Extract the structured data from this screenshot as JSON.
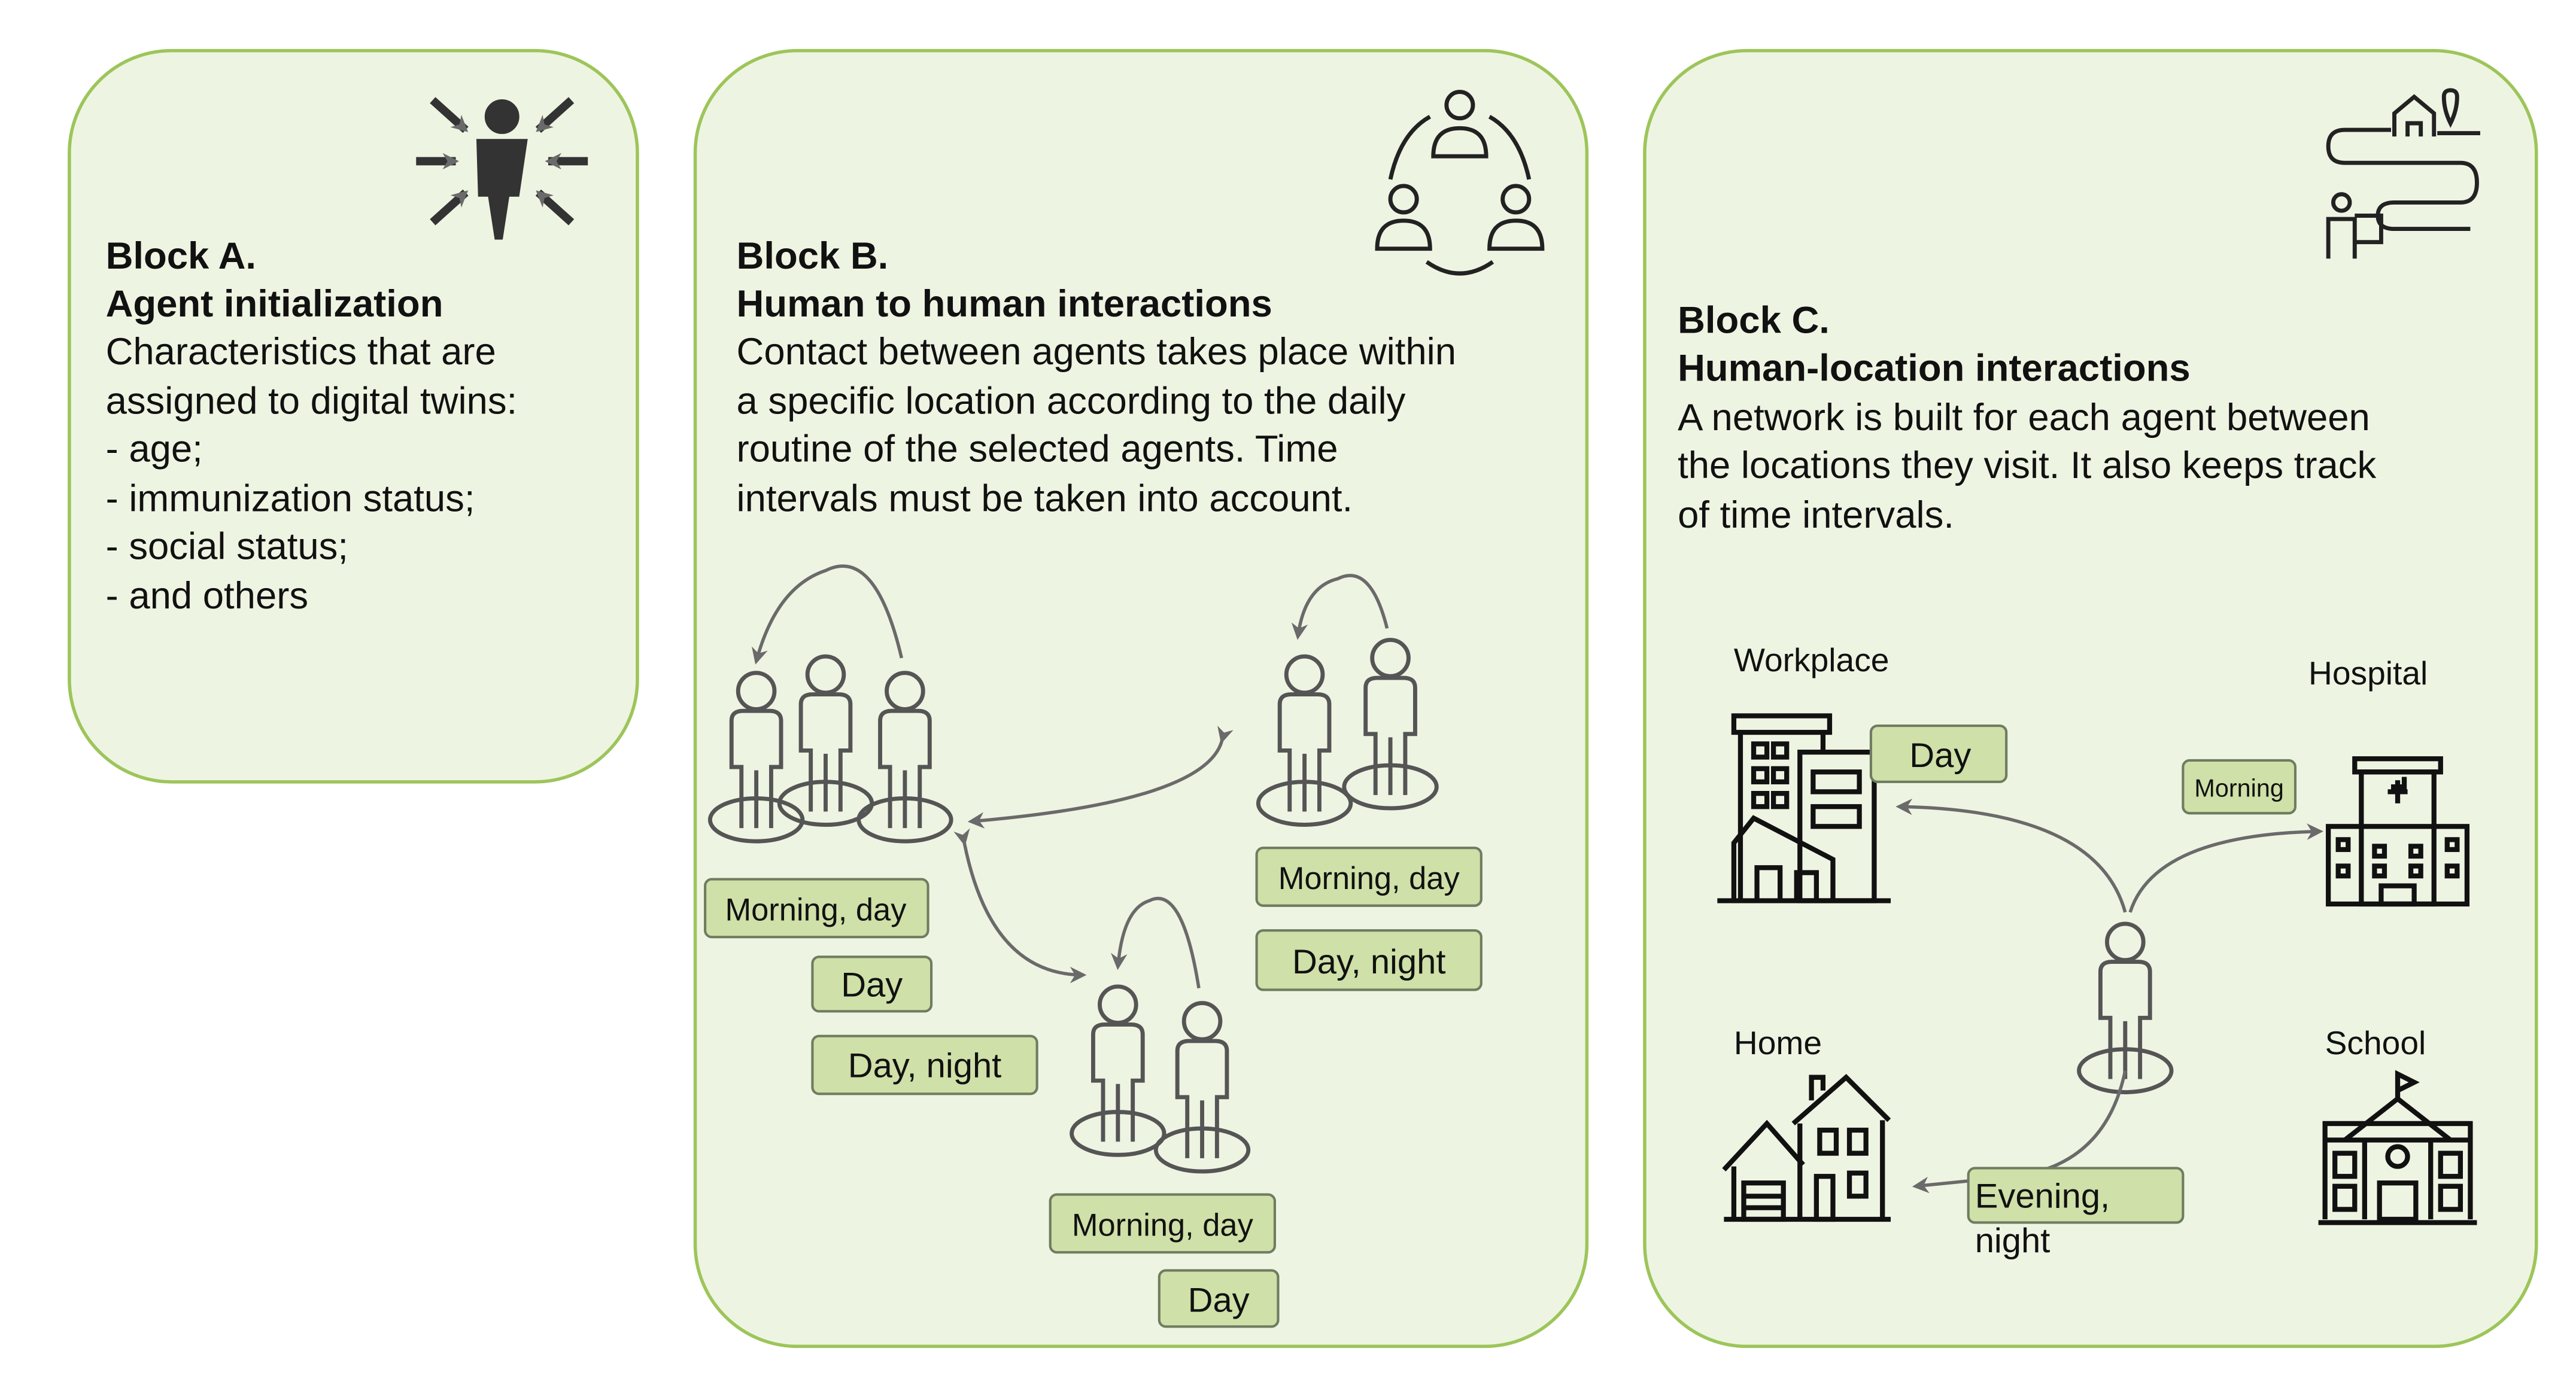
{
  "colors": {
    "panel_fill": "#eef4e2",
    "panel_border": "#9dc55a",
    "tag_fill": "#cfe0a8",
    "icon": "#333333"
  },
  "block_a": {
    "icon": "person-with-inward-arrows-icon",
    "title": "Block A.",
    "subtitle": "Agent initialization",
    "lines": [
      "Characteristics that are",
      "assigned to digital twins:",
      "- age;",
      "- immunization status;",
      "- social status;",
      "- and others"
    ]
  },
  "block_b": {
    "icon": "people-circle-network-icon",
    "title": "Block B.",
    "subtitle": "Human to human interactions",
    "lines": [
      "Contact between agents takes place within",
      "a specific location according to the daily",
      "routine of the selected agents. Time",
      "intervals must be taken into account."
    ],
    "groups": [
      {
        "tags": [
          "Morning, day",
          "Day",
          "Day, night"
        ]
      },
      {
        "tags": [
          "Morning, day",
          "Day, night"
        ]
      },
      {
        "tags": [
          "Morning, day",
          "Day"
        ]
      }
    ]
  },
  "block_c": {
    "icon": "route-map-icon",
    "title": "Block C.",
    "subtitle": "Human-location interactions",
    "lines": [
      "A network is built for each agent between",
      "the locations they visit. It also keeps track",
      "of time intervals."
    ],
    "locations": {
      "workplace": "Workplace",
      "hospital": "Hospital",
      "home": "Home",
      "school": "School"
    },
    "tags": {
      "workplace": "Day",
      "hospital": "Morning",
      "home_line1": "Evening,",
      "home_line2": "night"
    }
  }
}
